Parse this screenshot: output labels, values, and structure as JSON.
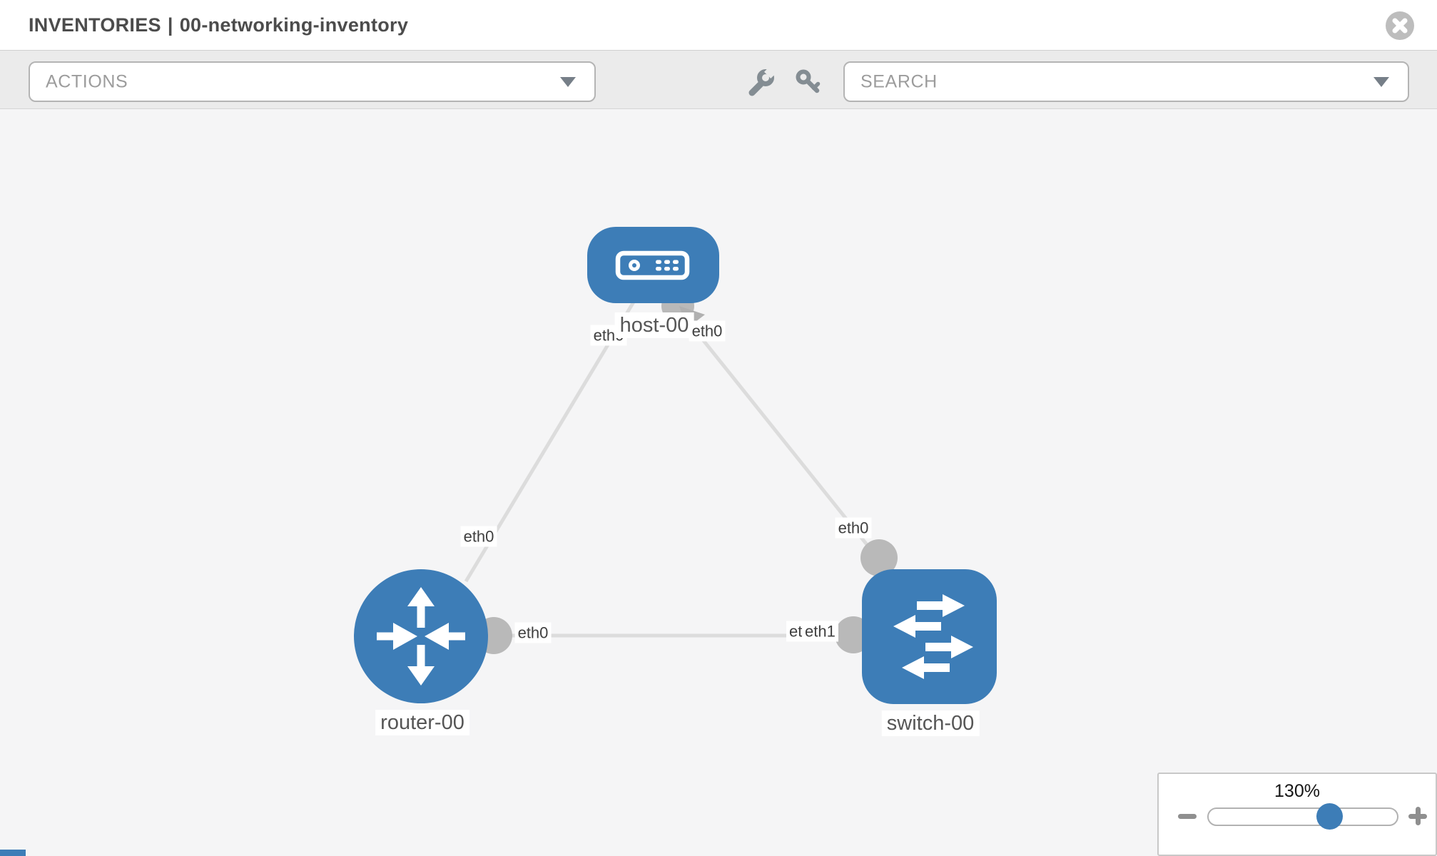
{
  "header": {
    "title_primary": "INVENTORIES",
    "separator": "|",
    "title_secondary": "00-networking-inventory"
  },
  "toolbar": {
    "actions_placeholder": "ACTIONS",
    "search_placeholder": "SEARCH",
    "icons": [
      "wrench-icon",
      "key-icon"
    ]
  },
  "topology": {
    "nodes": [
      {
        "id": "host-00",
        "type": "host",
        "label": "host-00"
      },
      {
        "id": "router-00",
        "type": "router",
        "label": "router-00"
      },
      {
        "id": "switch-00",
        "type": "switch",
        "label": "switch-00"
      }
    ],
    "links": [
      {
        "from": "host-00",
        "from_iface": "eth0",
        "to": "router-00",
        "to_iface": "eth0"
      },
      {
        "from": "host-00",
        "from_iface": "eth0",
        "to": "switch-00",
        "to_iface": "eth0"
      },
      {
        "from": "router-00",
        "from_iface": "eth0",
        "to": "switch-00",
        "to_iface": "eth1"
      }
    ],
    "overlap_under_label": "eth0"
  },
  "zoom_control": {
    "level": "130%"
  },
  "colors": {
    "node_blue": "#3d7db7",
    "canvas_bg": "#f5f5f6",
    "toolbar_bg": "#ebebeb",
    "link_gray": "#dcdcdc",
    "endpoint_gray": "#b9b9b9",
    "icon_gray": "#848d93",
    "text_dark": "#4c4c4c",
    "placeholder_gray": "#9c9c9c"
  }
}
